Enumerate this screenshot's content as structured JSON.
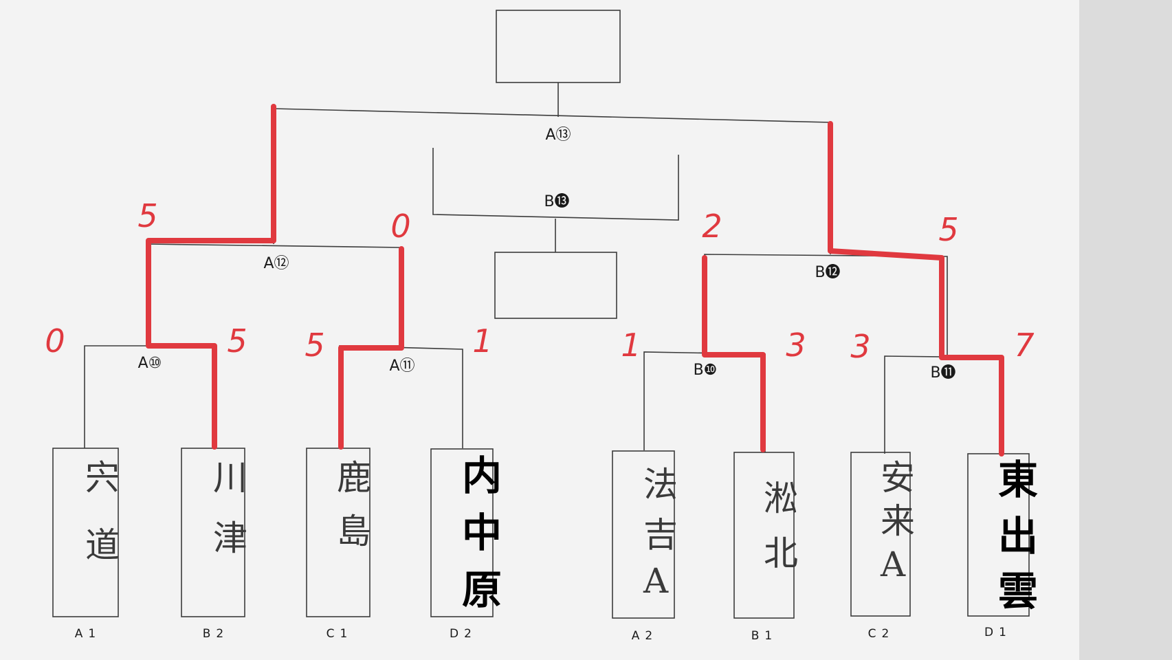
{
  "matches": {
    "final": "A⑬",
    "third_place": "B⓭",
    "semi_left": "A⑫",
    "semi_right": "B⓬",
    "qf1": "A⑩",
    "qf2": "A⑪",
    "qf3": "B❿",
    "qf4": "B⓫"
  },
  "scores": {
    "qf1_left": "0",
    "qf1_right": "5",
    "qf2_left": "5",
    "qf2_right": "1",
    "qf3_left": "1",
    "qf3_right": "3",
    "qf4_left": "3",
    "qf4_right": "7",
    "semi_left_left": "5",
    "semi_left_right": "0",
    "semi_right_left": "2",
    "semi_right_right": "5"
  },
  "teams": [
    {
      "name": [
        "宍",
        "道"
      ],
      "slot": "A1"
    },
    {
      "name": [
        "川",
        "津"
      ],
      "slot": "B2"
    },
    {
      "name": [
        "鹿",
        "島"
      ],
      "slot": "C1"
    },
    {
      "name": [
        "内",
        "中",
        "原"
      ],
      "slot": "D2"
    },
    {
      "name": [
        "法",
        "吉",
        "A"
      ],
      "slot": "A2"
    },
    {
      "name": [
        "淞",
        "北"
      ],
      "slot": "B1"
    },
    {
      "name": [
        "安",
        "来",
        "A"
      ],
      "slot": "C2"
    },
    {
      "name": [
        "東",
        "出",
        "雲"
      ],
      "slot": "D1"
    }
  ],
  "colors": {
    "winner_line": "#e0393f",
    "bracket_line": "#3c3c3c",
    "paper": "#f3f3f3"
  }
}
